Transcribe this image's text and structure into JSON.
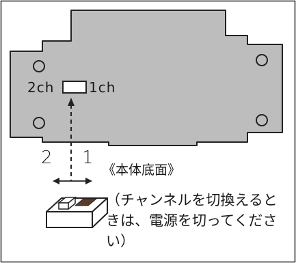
{
  "labels": {
    "channel_2": "2ch",
    "channel_1": "1ch",
    "position_2": "2",
    "position_1": "1",
    "caption": "《本体底面》",
    "note": "（チャンネルを切換えるときは、電源を切ってください）"
  },
  "colors": {
    "board_fill": "#bdbdbd",
    "board_stroke": "#222222",
    "switch_knob_dark": "#5a3a2a",
    "line": "#222222"
  },
  "icons": {
    "mount_hole": "circle",
    "direction": "double-arrow",
    "switch": "slide-switch"
  }
}
